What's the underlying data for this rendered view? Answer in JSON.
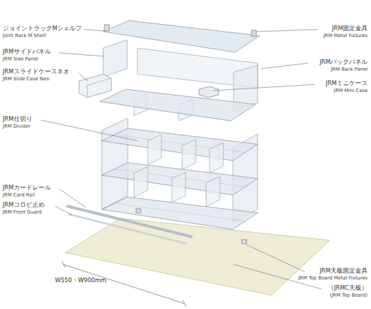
{
  "diagram": {
    "labels": [
      "ジョイントラックMシェルフ",
      "Joint Rack M Shelf",
      "JRMサイドパネル",
      "JRM Side Panel",
      "JRMスライドケースネオ",
      "JRM Slide Case Neo",
      "JRM仕切り",
      "JRM Divider",
      "JRMカードレール",
      "JRM Card Rail",
      "JRMコロビ止め",
      "JRM Front Guard",
      "W550・W900mm",
      "JRM固定金具",
      "JRM Metal Fixtures",
      "JRMバックパネル",
      "JRM Back Panel",
      "JRMミニケース",
      "JRM Mini Case",
      "JRM天板固定金具",
      "JRM Top Board Metal Fixtures",
      "（JRMC天板）",
      "(JRM Top Board)"
    ]
  }
}
